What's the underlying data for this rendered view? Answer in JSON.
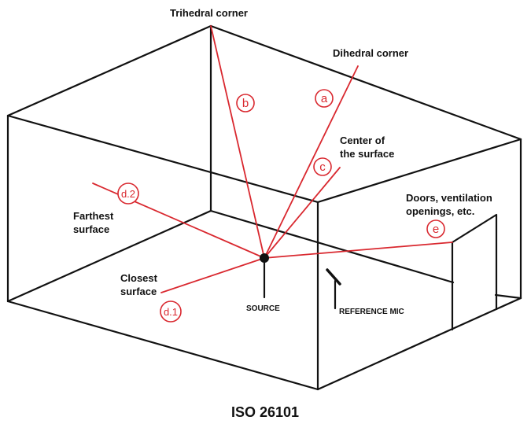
{
  "colors": {
    "ray": "#d9282f",
    "ink": "#111111",
    "background": "#ffffff"
  },
  "labels": {
    "trihedral": "Trihedral corner",
    "dihedral": "Dihedral corner",
    "center_line1": "Center of",
    "center_line2": "the surface",
    "farthest_line1": "Farthest",
    "farthest_line2": "surface",
    "closest_line1": "Closest",
    "closest_line2": "surface",
    "doors_line1": "Doors, ventilation",
    "doors_line2": "openings, etc.",
    "source": "SOURCE",
    "mic": "REFERENCE MIC",
    "title": "ISO 26101"
  },
  "markers": {
    "a": "a",
    "b": "b",
    "c": "c",
    "d1": "d.1",
    "d2": "d.2",
    "e": "e"
  }
}
